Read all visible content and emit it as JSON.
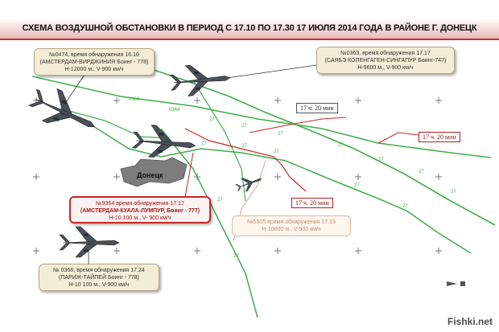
{
  "title": "СХЕМА ВОЗДУШНОЙ ОБСТАНОВКИ В ПЕРИОД С 17.10 ПО 17.30 17 ИЮЛЯ 2014 ГОДА В РАЙОНЕ Г. ДОНЕЦК",
  "city": "Донецк",
  "watermark": "Fishki.net",
  "callouts": [
    {
      "id": "c1",
      "lines": [
        "№0474, время обнаружения 16.10",
        "(АМСТЕРДАМ-ВИРДЖИНИЯ Боинг - 778)",
        "Н-12000 м., V-900 км/ч"
      ]
    },
    {
      "id": "c2",
      "lines": [
        "№0363, время обнаружения 17.17",
        "(САЯБЭ КОПЕНГАГЕН-СИНГАПУР Боинг-747)",
        "Н-9600 м., V-900 км/ч"
      ]
    },
    {
      "id": "c3",
      "lines": [
        "№9364 время обнаружения 17.17",
        "(АМСТЕРДАМ-КУАЛА-ЛУМПУР, Боинг - 777)",
        "Н-10 100 м., V- 900 км/ч"
      ]
    },
    {
      "id": "c4",
      "lines": [
        "№5505 время обнаружения 17.19",
        "Н-10000 м., V-900 км/ч"
      ]
    },
    {
      "id": "c5",
      "lines": [
        "№ 0368, время обнаружения 17.24",
        "(ПАРИЖ-ТАЙПЕЙ Боинг - 778)",
        "Н-10 100 м., V-900 км/ч"
      ]
    }
  ],
  "time_labels": [
    {
      "id": "t1",
      "text": "17 ч. 20 мин"
    },
    {
      "id": "t2",
      "text": "17 ч. 20 мин"
    },
    {
      "id": "t3",
      "text": "17 ч. 20 мин"
    }
  ],
  "route_numbers": [
    "0364",
    "0364",
    "27",
    "27",
    "27",
    "27",
    "27",
    "27",
    "27",
    "27",
    "27",
    "27",
    "27",
    "27",
    "27",
    "27"
  ],
  "colors": {
    "route": "#3fae49",
    "callout_red": "#c62828",
    "track_red": "#c62828",
    "title_line": "#c03030"
  }
}
